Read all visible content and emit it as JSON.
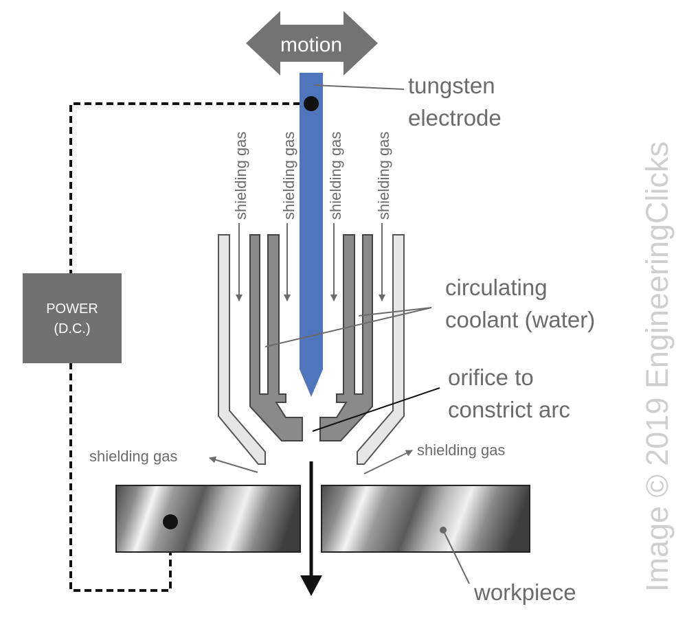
{
  "labels": {
    "motion": "motion",
    "tungsten_line1": "tungsten",
    "tungsten_line2": "electrode",
    "shielding_gas": "shielding gas",
    "coolant_line1": "circulating",
    "coolant_line2": "coolant (water)",
    "orifice_line1": "orifice to",
    "orifice_line2": "constrict arc",
    "power_line1": "POWER",
    "power_line2": "(D.C.)",
    "workpiece": "workpiece",
    "watermark": "Image © 2019 EngineeringClicks"
  },
  "colors": {
    "electrode": "#4f76bc",
    "power_box": "#717171",
    "dark_wall": "#8a8a8a",
    "light_wall": "#e6e6e6",
    "label_text": "#6b6b6b",
    "watermark": "#cfcfcf"
  }
}
